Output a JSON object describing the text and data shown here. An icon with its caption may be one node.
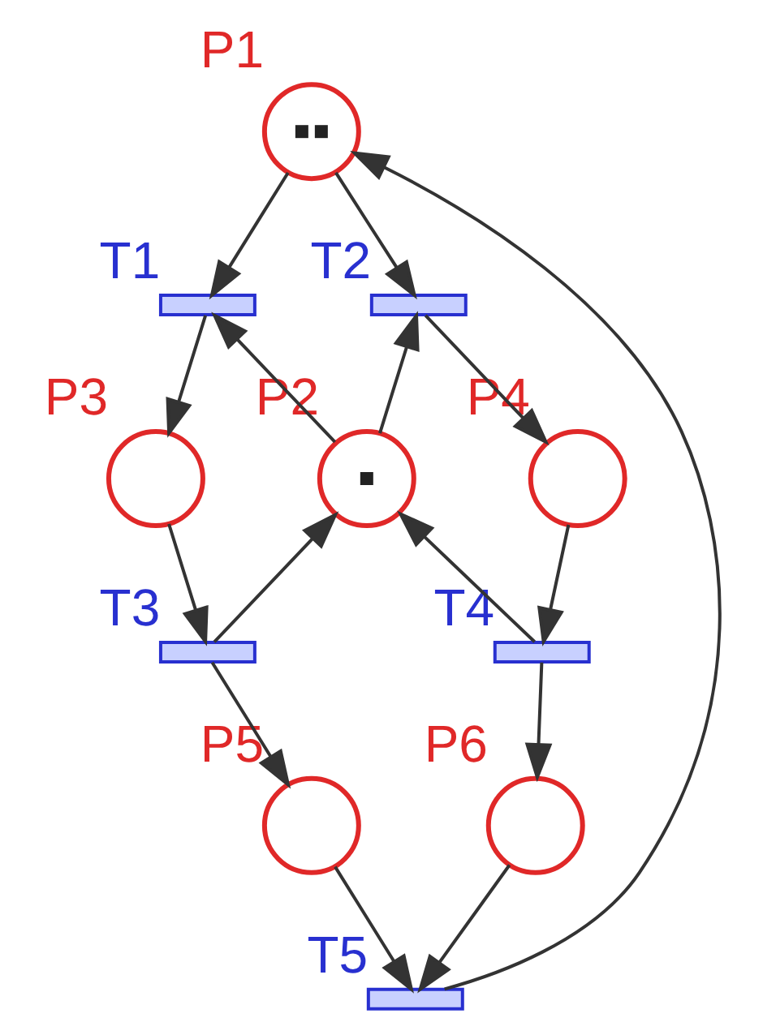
{
  "diagram": {
    "nodes": [
      {
        "text": [
          "P1"
        ]
      },
      {
        "text": [
          "T1"
        ]
      },
      {
        "text": [
          "T2"
        ]
      },
      {
        "text": [
          "P3"
        ]
      },
      {
        "text": [
          "P2"
        ]
      },
      {
        "text": [
          "P4"
        ]
      },
      {
        "text": [
          "T3"
        ]
      },
      {
        "text": [
          "T4"
        ]
      },
      {
        "text": [
          "P5"
        ]
      },
      {
        "text": [
          "P6"
        ]
      },
      {
        "text": [
          "T5"
        ]
      }
    ],
    "edges": [
      {
        "from": 0,
        "to": 1,
        "arrow": "to"
      },
      {
        "from": 0,
        "to": 2,
        "arrow": "to"
      },
      {
        "from": 1,
        "to": 3,
        "arrow": "to"
      },
      {
        "from": 4,
        "to": 1,
        "arrow": "to"
      },
      {
        "from": 4,
        "to": 2,
        "arrow": "to"
      },
      {
        "from": 2,
        "to": 5,
        "arrow": "to"
      },
      {
        "from": 3,
        "to": 6,
        "arrow": "to"
      },
      {
        "from": 6,
        "to": 4,
        "arrow": "to"
      },
      {
        "from": 7,
        "to": 4,
        "arrow": "to"
      },
      {
        "from": 5,
        "to": 7,
        "arrow": "to"
      },
      {
        "from": 6,
        "to": 8,
        "arrow": "to"
      },
      {
        "from": 7,
        "to": 9,
        "arrow": "to"
      },
      {
        "from": 8,
        "to": 10,
        "arrow": "to"
      },
      {
        "from": 9,
        "to": 10,
        "arrow": "to"
      },
      {
        "from": 10,
        "to": 0,
        "arrow": "to"
      }
    ]
  }
}
